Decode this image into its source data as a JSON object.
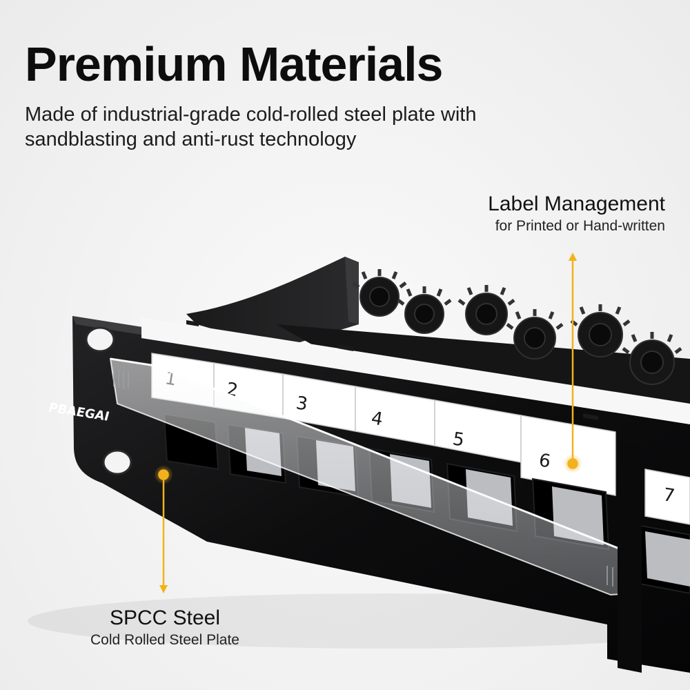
{
  "headline": "Premium Materials",
  "subhead": "Made of industrial-grade cold-rolled steel plate with sandblasting and anti-rust technology",
  "callouts": {
    "label_management": {
      "title": "Label Management",
      "subtitle": "for Printed or Hand-written"
    },
    "spcc_steel": {
      "title": "SPCC Steel",
      "subtitle": "Cold Rolled Steel Plate"
    }
  },
  "product": {
    "brand": "PBAEGAI",
    "port_numbers": [
      "1",
      "2",
      "3",
      "4",
      "5",
      "6",
      "7"
    ]
  },
  "colors": {
    "accent": "#f3b21b",
    "panel": "#0f0f10",
    "background": "#f4f4f4"
  }
}
